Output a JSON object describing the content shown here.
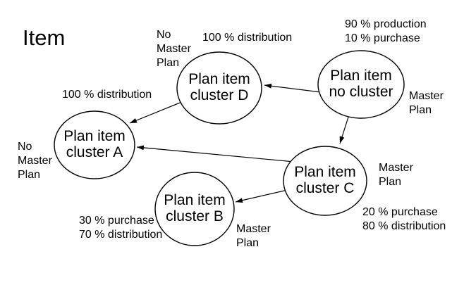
{
  "slide": {
    "title": "Item"
  },
  "colors": {
    "background": "#ffffff",
    "ink": "#000000"
  },
  "nodes": {
    "cluster_d": {
      "line1": "Plan item",
      "line2": "cluster D"
    },
    "no_cluster": {
      "line1": "Plan item",
      "line2": "no cluster"
    },
    "cluster_a": {
      "line1": "Plan item",
      "line2": "cluster A"
    },
    "cluster_b": {
      "line1": "Plan item",
      "line2": "cluster B"
    },
    "cluster_c": {
      "line1": "Plan item",
      "line2": "cluster C"
    }
  },
  "edges": [
    {
      "from": "no_cluster",
      "to": "cluster_d"
    },
    {
      "from": "no_cluster",
      "to": "cluster_c"
    },
    {
      "from": "cluster_d",
      "to": "cluster_a"
    },
    {
      "from": "cluster_c",
      "to": "cluster_a"
    },
    {
      "from": "cluster_c",
      "to": "cluster_b"
    }
  ],
  "annotations": {
    "no_master_plan_d": {
      "line1": "No",
      "line2": "Master",
      "line3": "Plan"
    },
    "distribution_d": {
      "line1": "100 % distribution"
    },
    "production_no_cluster": {
      "line1": "90 % production",
      "line2": "10 % purchase"
    },
    "master_plan_no_cluster": {
      "line1": "Master",
      "line2": "Plan"
    },
    "distribution_a": {
      "line1": "100 % distribution"
    },
    "no_master_plan_a": {
      "line1": "No",
      "line2": "Master",
      "line3": "Plan"
    },
    "master_plan_c": {
      "line1": "Master",
      "line2": "Plan"
    },
    "sourcing_c": {
      "line1": "20 % purchase",
      "line2": "80 % distribution"
    },
    "master_plan_b": {
      "line1": "Master",
      "line2": "Plan"
    },
    "sourcing_b": {
      "line1": "30 % purchase",
      "line2": "70 % distribution"
    }
  }
}
